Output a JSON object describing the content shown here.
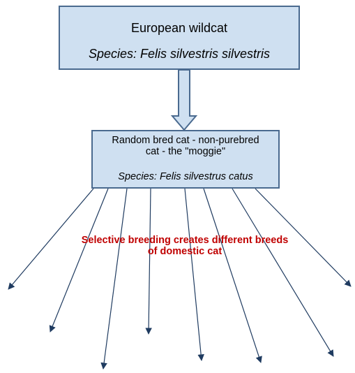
{
  "top_box": {
    "title": "European wildcat",
    "species": "Species: Felis silvestris silvestris"
  },
  "middle_box": {
    "title_line1": "Random bred cat - non-purebred",
    "title_line2": "cat - the \"moggie\"",
    "species": "Species: Felis silvestrus catus"
  },
  "caption": {
    "line1": "Selective breeding creates different breeds",
    "line2": "of domestic cat"
  },
  "colors": {
    "box_fill": "#cfe0f1",
    "box_border": "#4a6a8f",
    "arrow_line": "#1f3b60",
    "caption_text": "#c00000"
  }
}
